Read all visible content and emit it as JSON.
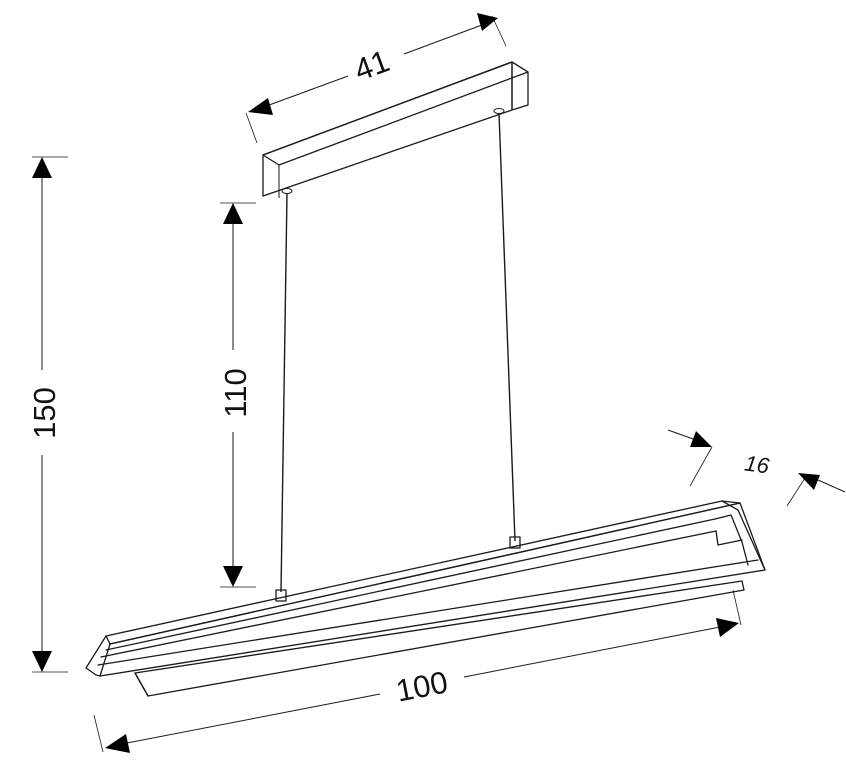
{
  "dimensions": {
    "canopy_width": "41",
    "total_height": "150",
    "cable_length": "110",
    "fixture_length": "100",
    "fixture_depth": "16"
  }
}
